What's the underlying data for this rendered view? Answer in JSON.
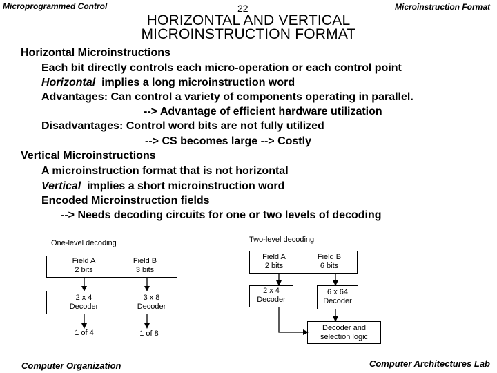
{
  "header": {
    "left": "Microprogrammed Control",
    "page_number": "22",
    "right": "Microinstruction Format"
  },
  "title": {
    "line1": "HORIZONTAL  AND VERTICAL",
    "line2": "MICROINSTRUCTION  FORMAT"
  },
  "body": {
    "horizontal_heading": "Horizontal Microinstructions",
    "h1": "Each bit directly controls each micro-operation or each control point",
    "h2_italic": "Horizontal",
    "h2_rest": "  implies a long microinstruction word",
    "h3": "Advantages: Can control a variety of components operating in parallel.",
    "h4": "--> Advantage of efficient hardware utilization",
    "h5": "Disadvantages: Control word bits are not fully utilized",
    "h6": "--> CS becomes large --> Costly",
    "vertical_heading": "Vertical Microinstructions",
    "v1": "A microinstruction format that is not horizontal",
    "v2_italic": "Vertical",
    "v2_rest": "  implies a short microinstruction word",
    "v3": "Encoded Microinstruction fields",
    "v4": "--> Needs decoding circuits for one or two levels of decoding"
  },
  "one_level": {
    "label": "One-level decoding",
    "field_a": [
      "Field A",
      "2 bits"
    ],
    "field_b": [
      "Field B",
      "3 bits"
    ],
    "dec_a": [
      "2 x 4",
      "Decoder"
    ],
    "dec_b": [
      "3 x 8",
      "Decoder"
    ],
    "out_a": "1 of 4",
    "out_b": "1 of 8"
  },
  "two_level": {
    "label": "Two-level  decoding",
    "field_a": [
      "Field A",
      "2 bits"
    ],
    "field_b": [
      "Field B",
      "6 bits"
    ],
    "dec_a": [
      "2 x 4",
      "Decoder"
    ],
    "dec_b": [
      "6 x 64",
      "Decoder"
    ],
    "logic": [
      "Decoder and",
      "selection logic"
    ]
  },
  "footer": {
    "left": "Computer Organization",
    "right": "Computer Architectures Lab"
  }
}
